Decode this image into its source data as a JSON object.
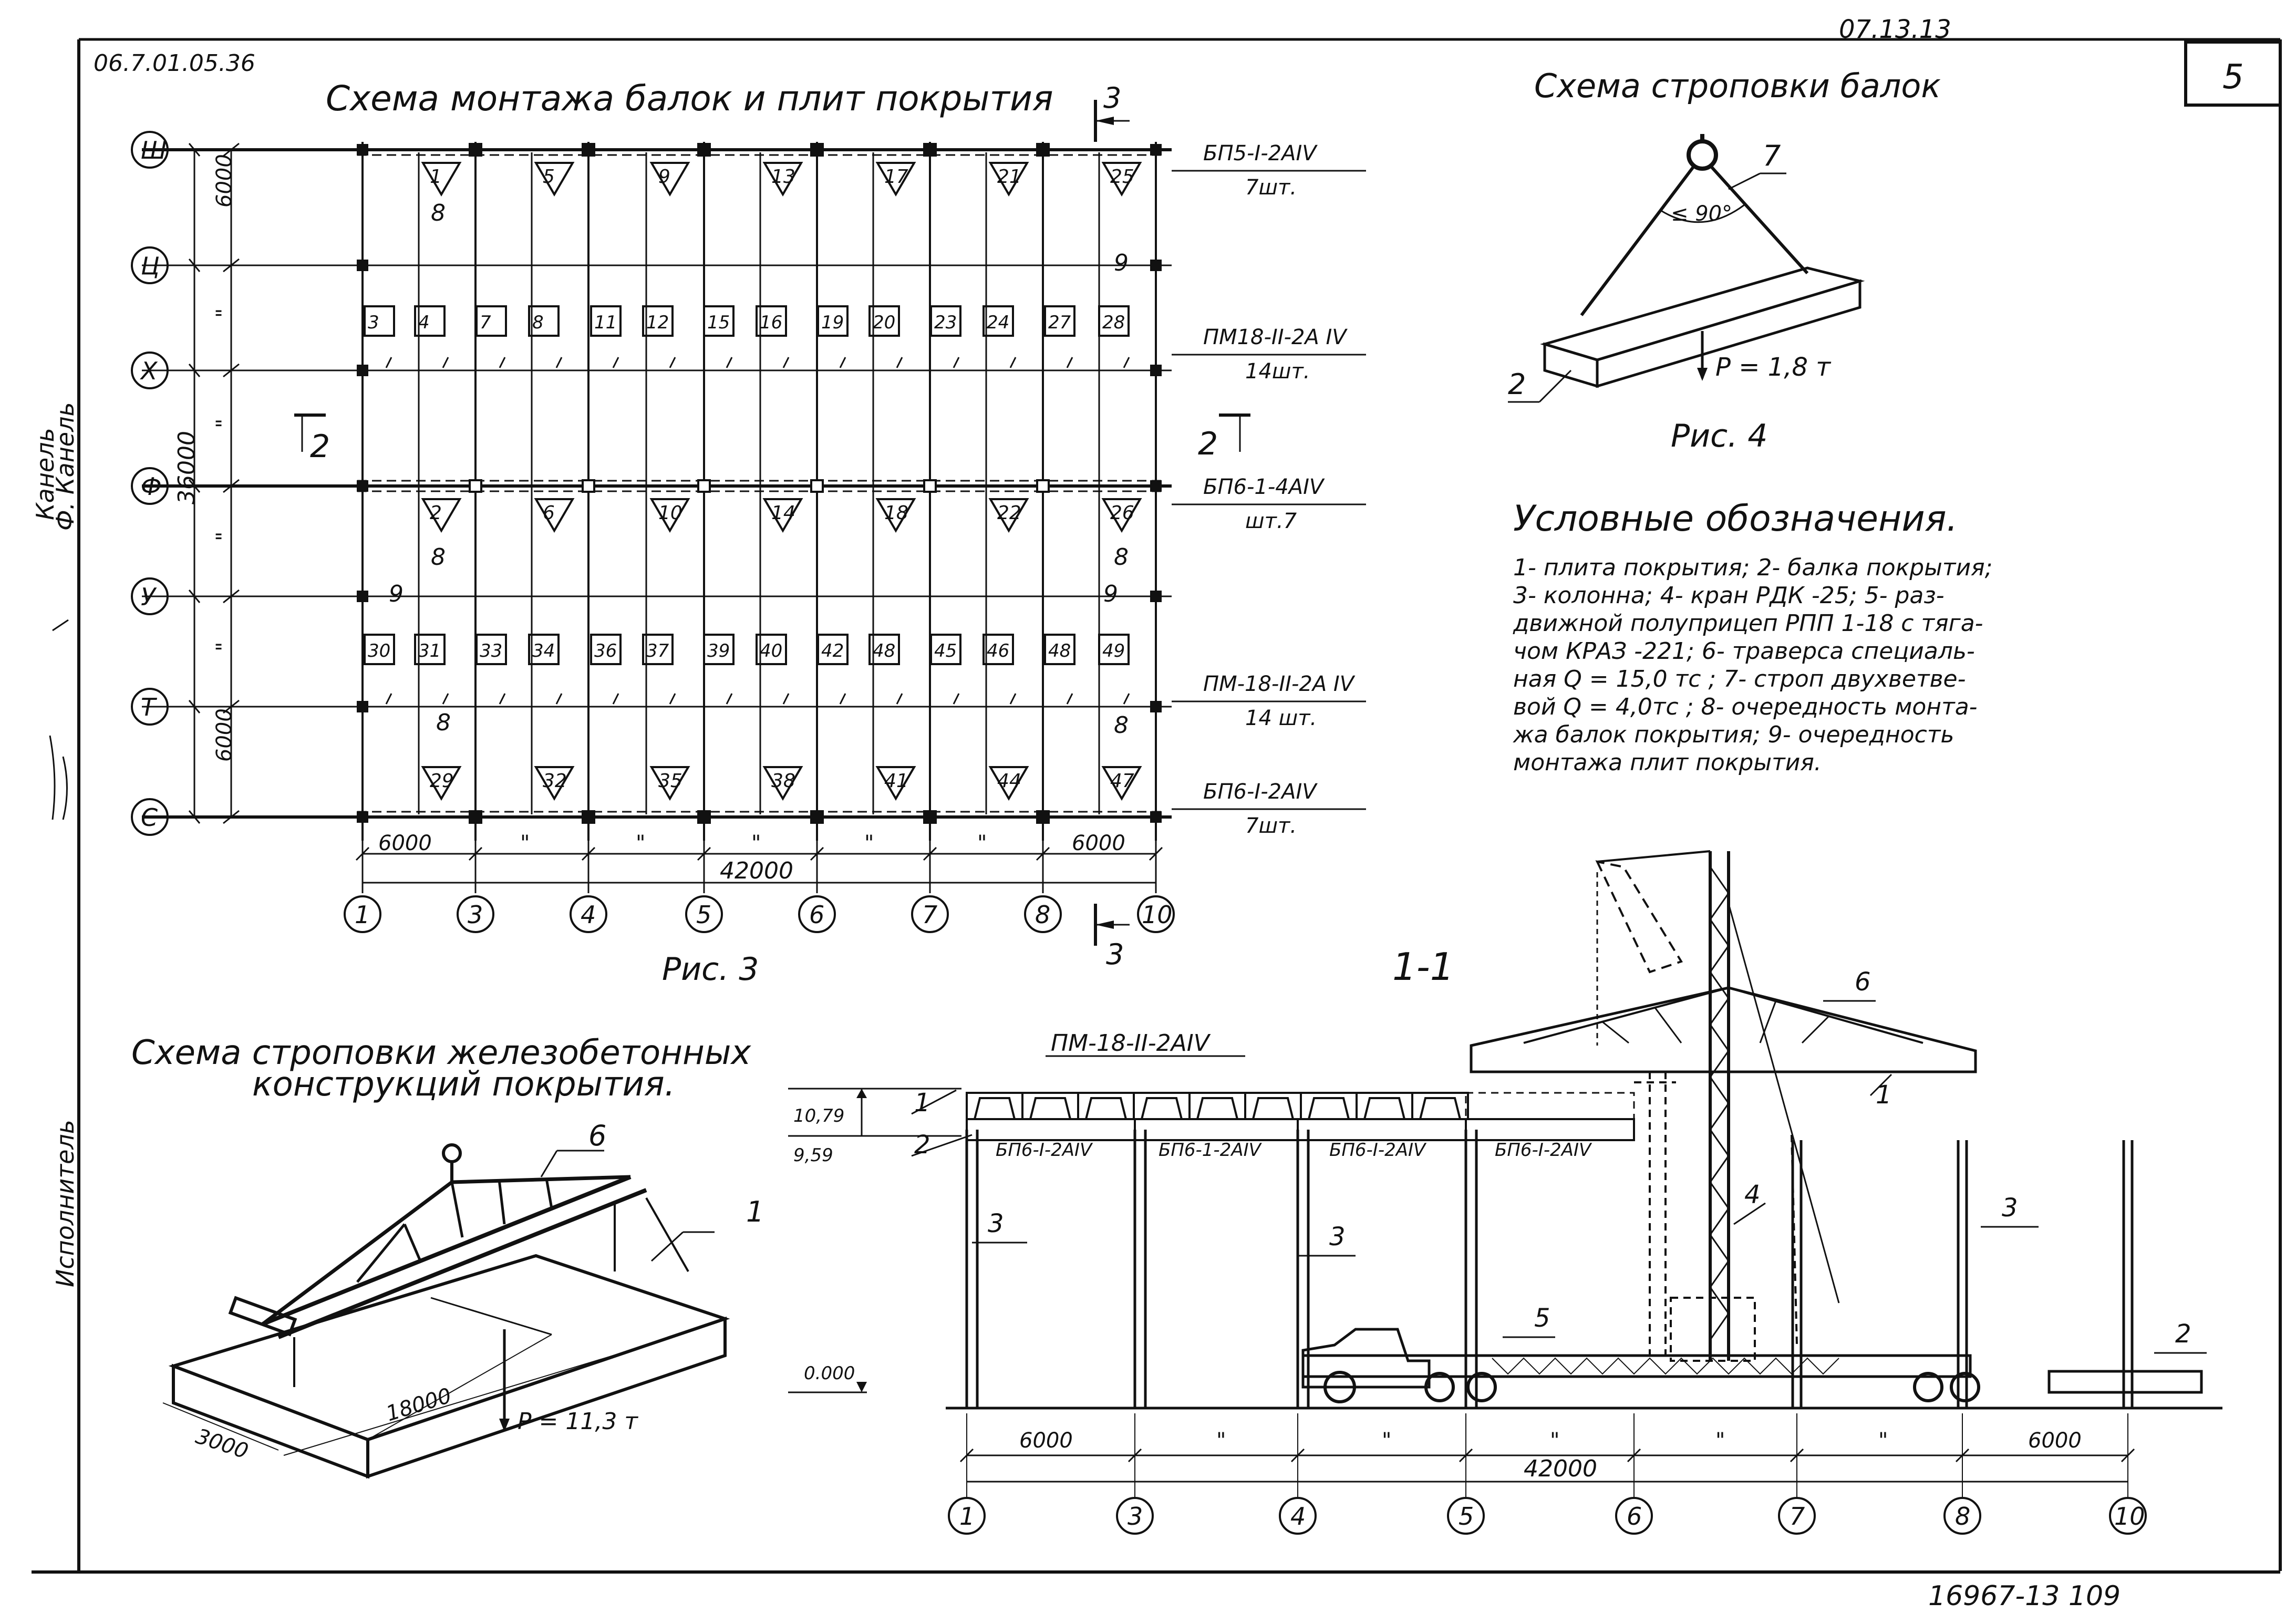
{
  "header": {
    "doc_code": "07.13.13",
    "sheet_number": "5",
    "left_code": "06.7.01.05.36",
    "bottom_code": "16967-13  109"
  },
  "side_stamp": {
    "labels": [
      "Канель",
      "Ф. Канель",
      "Исполнитель"
    ]
  },
  "plan": {
    "title": "Схема монтажа балок и плит покрытия",
    "caption": "Рис. 3",
    "row_axes": [
      "Ш",
      "Ц",
      "Х",
      "Ф",
      "У",
      "Т",
      "С"
    ],
    "col_axes": [
      "1",
      "3",
      "4",
      "5",
      "6",
      "7",
      "8",
      "10"
    ],
    "dim_left": [
      "6000",
      "\"",
      "\"",
      "\"",
      "\"",
      "6000"
    ],
    "dim_total_left": "36000",
    "dim_bottom": [
      "6000",
      "\"",
      "\"",
      "\"",
      "\"",
      "\"",
      "6000"
    ],
    "dim_total_bottom": "42000",
    "section_mark_3": "3",
    "section_mark_2": "2",
    "labels": [
      {
        "text": "БП5-I-2АIV",
        "qty": "7шт."
      },
      {
        "text": "ПМ18-II-2А IV",
        "qty": "14шт."
      },
      {
        "text": "БП6-1-4АIV",
        "qty": "шт.7"
      },
      {
        "text": "ПМ-18-II-2А IV",
        "qty": "14 шт."
      },
      {
        "text": "БП6-I-2АIV",
        "qty": "7шт."
      }
    ],
    "top_triangles": [
      "1",
      "5",
      "9",
      "13",
      "17",
      "21",
      "25"
    ],
    "mid_triangles": [
      "2",
      "6",
      "10",
      "14",
      "18",
      "22",
      "26"
    ],
    "bottom_triangles": [
      "29",
      "32",
      "35",
      "38",
      "41",
      "44",
      "47"
    ],
    "top_slabs": [
      "3",
      "4",
      "7",
      "8",
      "11",
      "12",
      "15",
      "16",
      "19",
      "20",
      "23",
      "24",
      "27",
      "28"
    ],
    "bottom_slabs": [
      "30",
      "31",
      "33",
      "34",
      "36",
      "37",
      "39",
      "40",
      "42",
      "48",
      "45",
      "46",
      "48",
      "49"
    ],
    "callout_8": "8",
    "callout_9": "9"
  },
  "sling_beams": {
    "title": "Схема строповки балок",
    "caption": "Рис. 4",
    "angle": "≤ 90°",
    "load": "P = 1,8 т",
    "callout_7": "7",
    "callout_2": "2"
  },
  "legend": {
    "title": "Условные обозначения.",
    "lines": [
      "1- плита покрытия;  2- балка покрытия;",
      "3- колонна;  4- кран РДК -25;  5- раз-",
      "движной полуприцеп РПП 1-18 с тяга-",
      "чом КРАЗ -221;  6- траверса специаль-",
      "ная  Q = 15,0 тс ;  7- строп двухветве-",
      "вой  Q = 4,0тс ;  8- очередность монта-",
      "жа балок покрытия;  9- очередность",
      "монтажа плит покрытия."
    ]
  },
  "sling_slab": {
    "title_line1": "Схема строповки железобетонных",
    "title_line2": "конструкций покрытия.",
    "callout_6": "6",
    "callout_1": "1",
    "dim_width": "3000",
    "dim_length": "18000",
    "load": "P = 11,3 т"
  },
  "section": {
    "title": "1-1",
    "slab_label": "ПМ-18-II-2АIV",
    "beam_labels": [
      "БП6-I-2АIV",
      "БП6-1-2АIV",
      "БП6-I-2АIV",
      "БП6-I-2АIV"
    ],
    "elev_top": "10,79",
    "elev_mid": "9,59",
    "elev_zero": "0.000",
    "callouts": {
      "c1": "1",
      "c2": "2",
      "c3": "3",
      "c4": "4",
      "c5": "5",
      "c6": "6"
    },
    "dim_bottom": [
      "6000",
      "\"",
      "\"",
      "\"",
      "\"",
      "\"",
      "6000"
    ],
    "dim_total": "42000",
    "axes": [
      "1",
      "3",
      "4",
      "5",
      "6",
      "7",
      "8",
      "10"
    ]
  }
}
